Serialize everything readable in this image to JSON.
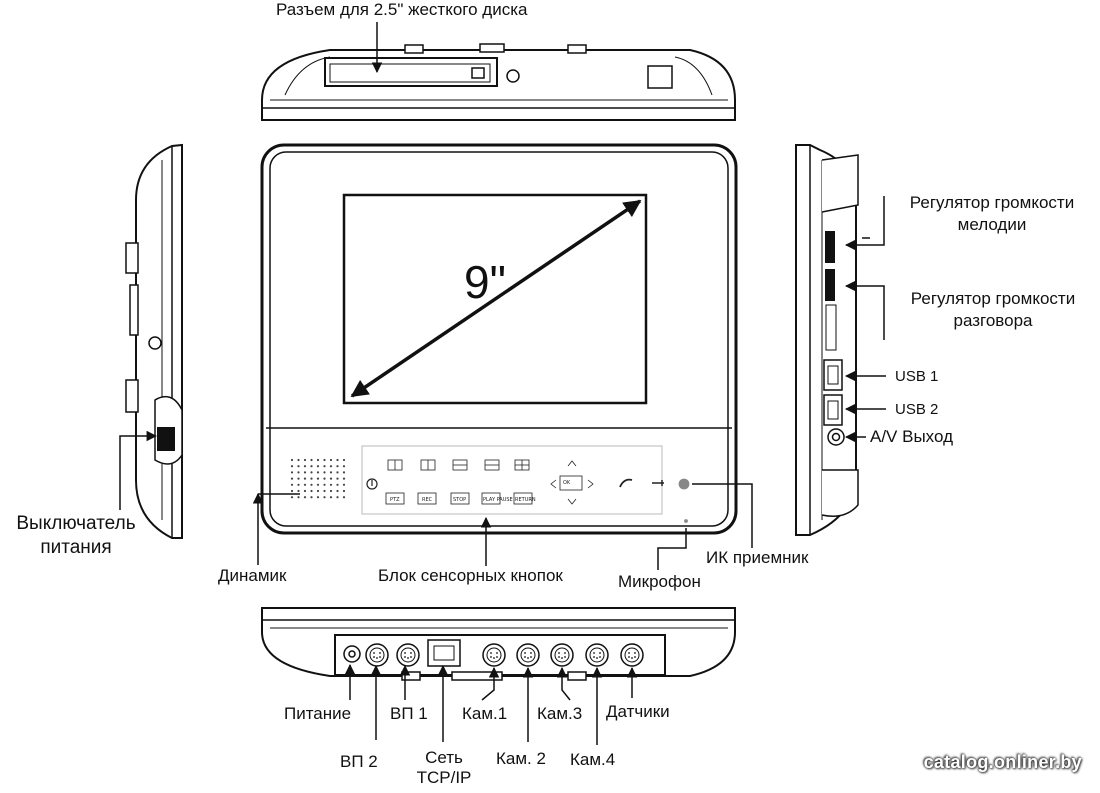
{
  "labels": {
    "hdd_slot": "Разъем для 2.5\" жесткого диска",
    "screen_size": "9\"",
    "power_switch": "Выключатель\nпитания",
    "speaker": "Динамик",
    "touch_buttons": "Блок сенсорных кнопок",
    "microphone": "Микрофон",
    "ir_receiver": "ИК приемник",
    "ringtone_volume": "Регулятор громкости\nмелодии",
    "talk_volume": "Регулятор громкости\nразговора",
    "usb1": "USB 1",
    "usb2": "USB 2",
    "av_out": "A/V Выход",
    "power": "Питание",
    "vp2": "ВП 2",
    "vp1": "ВП 1",
    "network": "Сеть\nTCP/IP",
    "cam1": "Кам.1",
    "cam2": "Кам. 2",
    "cam3": "Кам.3",
    "cam4": "Кам.4",
    "sensors": "Датчики"
  },
  "buttons": {
    "ptz": "PTZ",
    "rec": "REC",
    "stop": "STOP",
    "play_pause": "PLAY PAUSE",
    "return": "RETURN",
    "ok": "OK"
  },
  "watermark": "catalog.onliner.by"
}
